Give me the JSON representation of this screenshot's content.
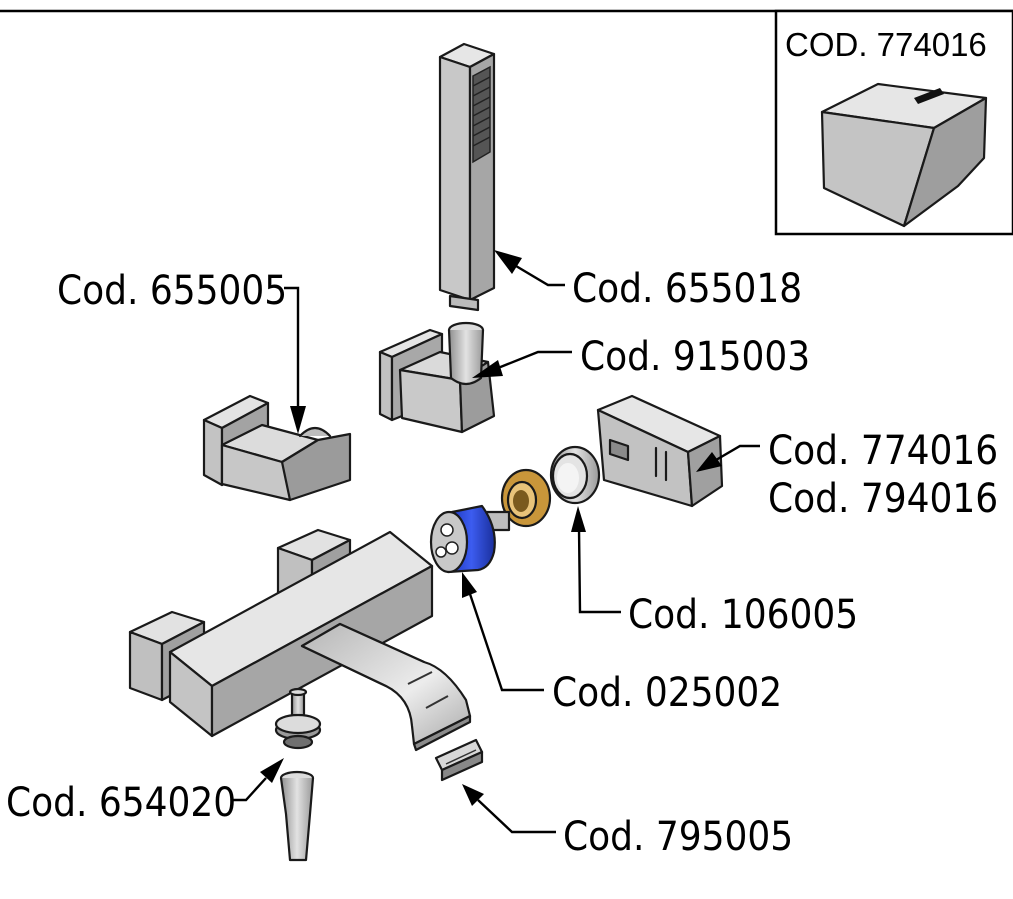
{
  "inset": {
    "title": "COD. 774016"
  },
  "labels": {
    "hand_shower": "Cod. 655018",
    "wall_bracket": "Cod. 655005",
    "shower_outlet": "Cod. 915003",
    "handle_a": "Cod. 774016",
    "handle_b": "Cod. 794016",
    "ring": "Cod. 106005",
    "cartridge": "Cod. 025002",
    "diverter": "Cod. 654020",
    "aerator": "Cod. 795005"
  },
  "colors": {
    "metal": "#c9c9c9",
    "metal_light": "#e4e4e4",
    "metal_dark": "#9c9c9c",
    "cartridge_blue": "#2346d6",
    "nut_brass": "#c9963a",
    "line": "#000000"
  }
}
